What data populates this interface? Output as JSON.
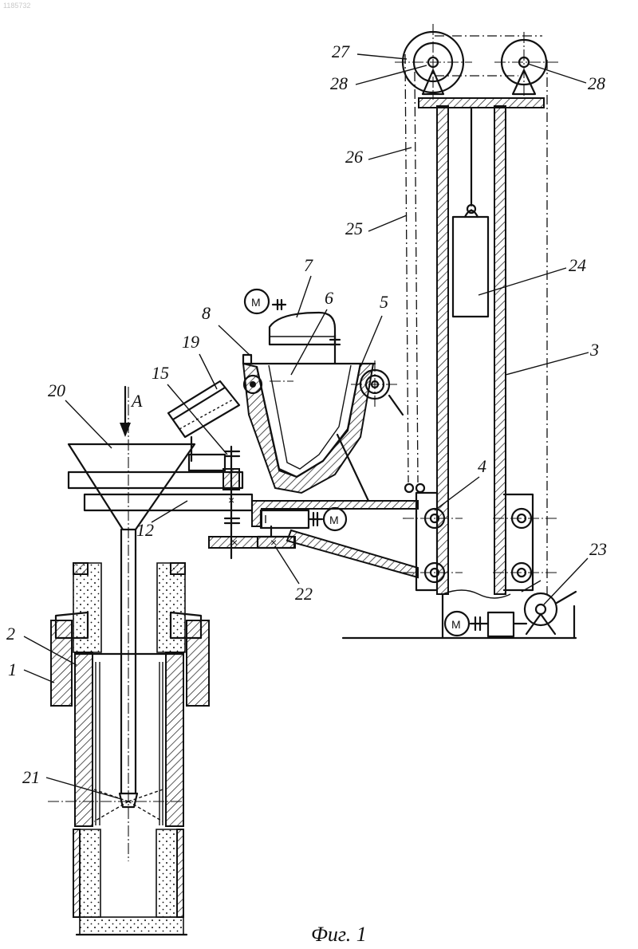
{
  "watermark": "1185732",
  "caption": "Фиг. 1",
  "view_arrow_label": "A",
  "motor_letter": "M",
  "labels": {
    "l1": "1",
    "l2": "2",
    "l3": "3",
    "l4": "4",
    "l5": "5",
    "l6": "6",
    "l7": "7",
    "l8": "8",
    "l12": "12",
    "l15": "15",
    "l19": "19",
    "l20": "20",
    "l21": "21",
    "l22": "22",
    "l23": "23",
    "l24": "24",
    "l25": "25",
    "l26": "26",
    "l27": "27",
    "l28a": "28",
    "l28b": "28"
  }
}
